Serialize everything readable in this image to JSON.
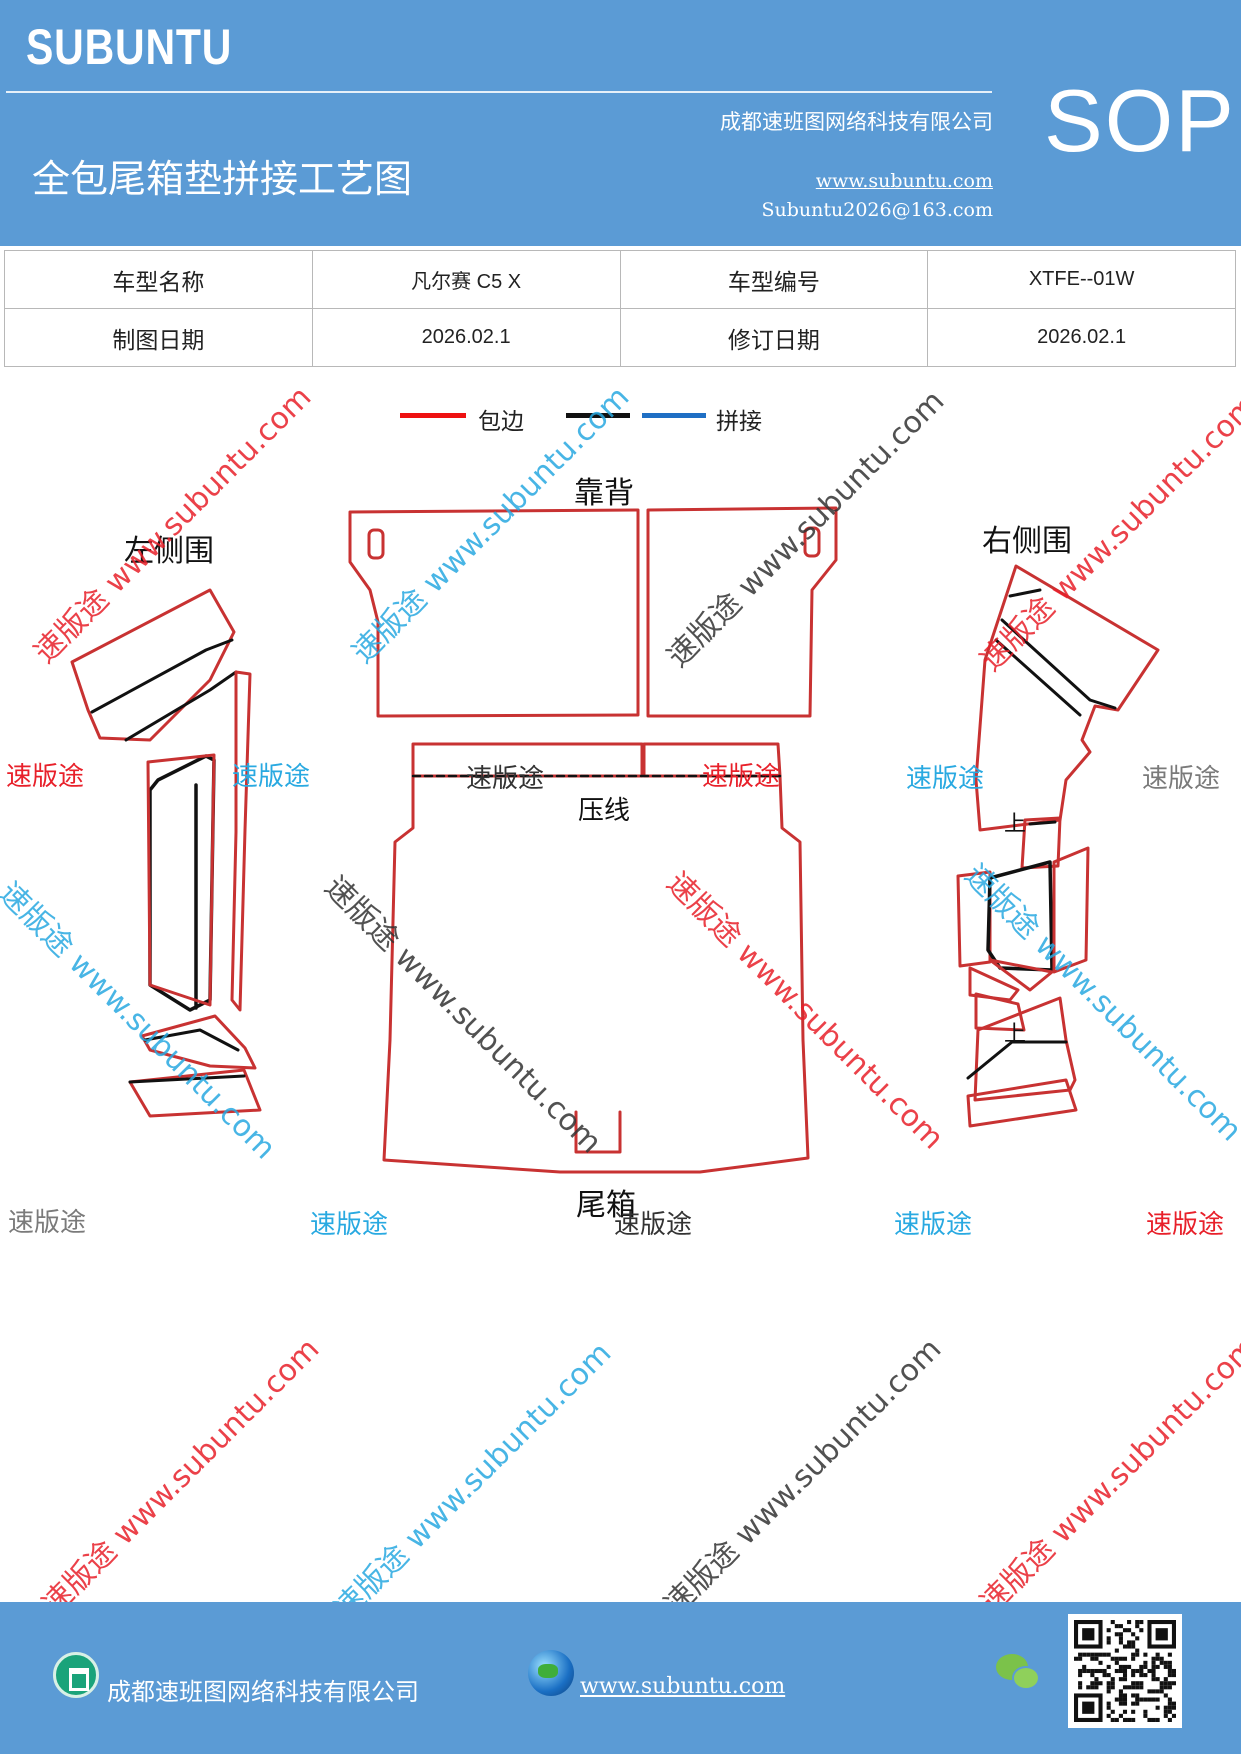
{
  "header": {
    "brand": "SUBUNTU",
    "company": "成都速班图网络科技有限公司",
    "title": "全包尾箱垫拼接工艺图",
    "website": "www.subuntu.com",
    "email": "Subuntu2026@163.com",
    "badge": "SOP",
    "bg_color": "#5b9bd5"
  },
  "info_table": {
    "rows": [
      [
        "车型名称",
        "凡尔赛 C5 X",
        "车型编号",
        "XTFE--01W"
      ],
      [
        "制图日期",
        "2026.02.1",
        "修订日期",
        "2026.02.1"
      ]
    ]
  },
  "legend": {
    "items": [
      {
        "label": "包边",
        "color": "#ee1111"
      },
      {
        "label": "",
        "color": "#111111"
      },
      {
        "label": "拼接",
        "color": "#1f6fc4"
      }
    ]
  },
  "drawing": {
    "labels": {
      "backrest": "靠背",
      "left_side": "左侧围",
      "right_side": "右侧围",
      "press_line": "压线",
      "trunk": "尾箱",
      "top_mark": "上"
    },
    "edge_color": "#c83232",
    "seam_color": "#111111"
  },
  "watermarks": {
    "diagonal_text": "速版途 www.subuntu.com",
    "word": "速版途",
    "colors": {
      "red": "#e8202a",
      "blue": "#29a9e1",
      "gray": "#7a7a7a",
      "dark": "#333333"
    }
  },
  "footer": {
    "company": "成都速班图网络科技有限公司",
    "website": "www.subuntu.com"
  }
}
